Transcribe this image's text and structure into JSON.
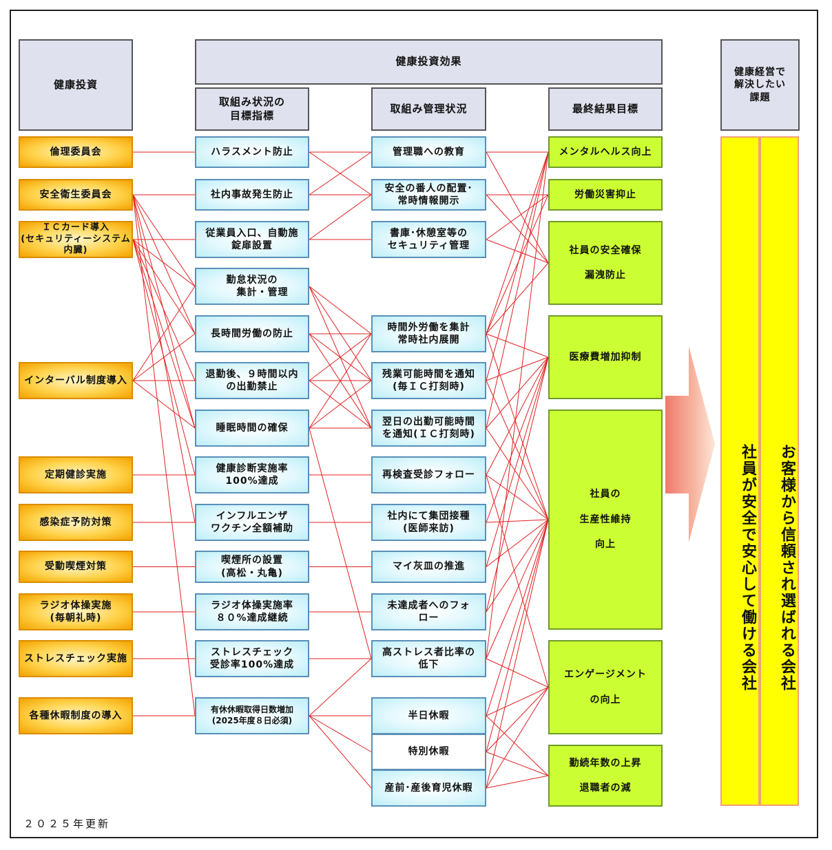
{
  "headers": {
    "investment": "健康投資",
    "effects": "健康投資効果",
    "indicators": "取組み状況の\n目標指標",
    "management": "取組み管理状況",
    "final_goals": "最終結果目標",
    "issues": "健康経営で\n解決したい\n課題"
  },
  "investments": [
    "倫理委員会",
    "安全衛生委員会",
    "ＩＣカード導入\n(セキュリティーシステム内臓)",
    "インターバル制度導入",
    "定期健診実施",
    "感染症予防対策",
    "受動喫煙対策",
    "ラジオ体操実施\n(毎朝礼時)",
    "ストレスチェック実施",
    "各種休暇制度の導入"
  ],
  "indicators": [
    "ハラスメント防止",
    "社内事故発生防止",
    "従業員入口、自動施\n錠扉設置",
    "勤怠状況の\n　　集計・管理",
    "長時間労働の防止",
    "退勤後、９時間以内\nの出勤禁止",
    "睡眠時間の確保",
    "健康診断実施率\n100%達成",
    "インフルエンザ\nワクチン全額補助",
    "喫煙所の設置\n(高松・丸亀)",
    "ラジオ体操実施率\n８０%達成継続",
    "ストレスチェック\n受診率100%達成",
    "有休休暇取得日数増加\n(2025年度８日必須)"
  ],
  "management": [
    "管理職への教育",
    "安全の番人の配置･\n常時情報開示",
    "書庫･休憩室等の\nセキュリティ管理",
    "時間外労働を集計\n常時社内展開",
    "残業可能時間を通知\n(毎ＩＣ打刻時)",
    "翌日の出勤可能時間\nを通知(ＩＣ打刻時)",
    "再検査受診フォロー",
    "社内にて集団接種\n(医師来訪)",
    "マイ灰皿の推進",
    "未達成者へのフォ\nロー",
    "高ストレス者比率の\n低下",
    "半日休暇",
    "特別休暇",
    "産前･産後育児休暇"
  ],
  "final_goals": [
    "メンタルヘルス向上",
    "労働災害抑止",
    "社員の安全確保\n漏洩防止",
    "医療費増加抑制",
    "社員の\n生産性維持\n向上",
    "エンゲージメント\nの向上",
    "勤続年数の上昇\n退職者の減"
  ],
  "issues": [
    "社員が安全で安心して働ける会社",
    "お客様から信頼され選ばれる会社"
  ],
  "footer": "２０２５年更新",
  "colors": {
    "investment": "#f3a300",
    "effect": "#bdeef8",
    "goal": "#ccff33",
    "issue": "#ffff00",
    "link": "#e02020",
    "arrow": "#f08070"
  }
}
